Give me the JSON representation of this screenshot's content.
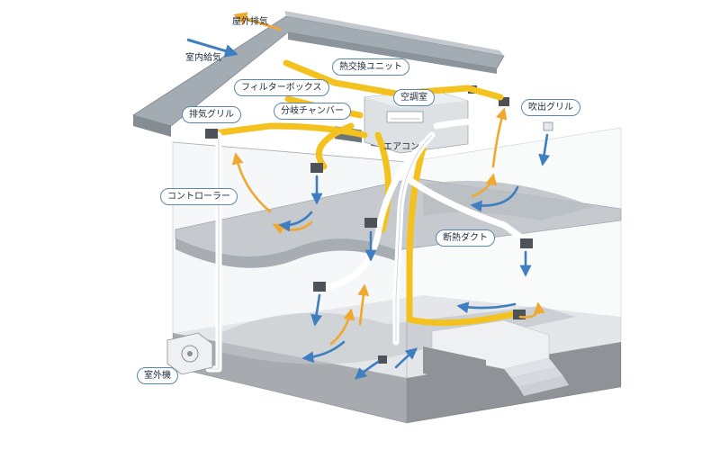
{
  "legend": {
    "exhaust_label": "屋外排気",
    "supply_label": "室内給気"
  },
  "labels": {
    "heat_exchange_unit": "熱交換ユニット",
    "filter_box": "フィルターボックス",
    "ac_room": "空調室",
    "exhaust_grille": "排気グリル",
    "branch_chamber": "分岐チャンバー",
    "supply_grille": "吹出グリル",
    "air_conditioner": "エアコン",
    "controller": "コントローラー",
    "insulated_duct": "断熱ダクト",
    "outdoor_unit": "室外機"
  },
  "colors": {
    "exhaust": "#f0a830",
    "supply": "#3f7fbf",
    "duct_yellow": "#f4c21f",
    "label_border": "#5b88a8",
    "roof": "#9aa3ab",
    "floor": "#c9cdd1",
    "ground": "#555a60"
  }
}
